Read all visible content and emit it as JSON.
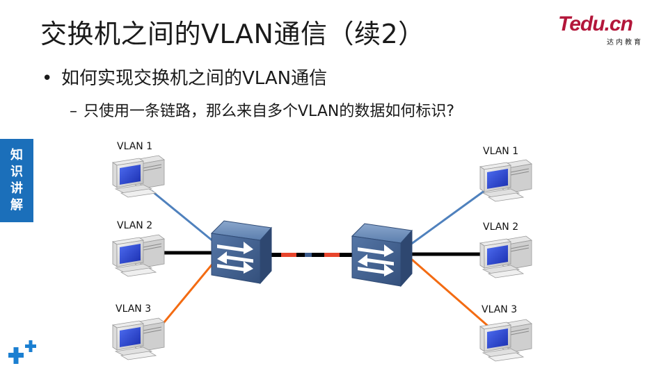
{
  "slide": {
    "title": "交换机之间的VLAN通信（续2）",
    "bullet_main": "如何实现交换机之间的VLAN通信",
    "bullet_main_marker": "•",
    "bullet_sub": "只使用一条链路，那么来自多个VLAN的数据如何标识?",
    "bullet_sub_marker": "–"
  },
  "logo": {
    "main": "Tedu.cn",
    "sub": "达内教育"
  },
  "side_tag": {
    "chars": [
      "知",
      "识",
      "讲",
      "解"
    ]
  },
  "icons": {
    "corner": "plus-cross-icon",
    "switch": "switch-icon",
    "pc": "computer-icon"
  },
  "diagram": {
    "left_hosts": [
      "VLAN 1",
      "VLAN 2",
      "VLAN 3"
    ],
    "right_hosts": [
      "VLAN 1",
      "VLAN 2",
      "VLAN 3"
    ],
    "link_colors": {
      "vlan1": "#4f81bd",
      "vlan2": "#000000",
      "vlan3": "#f36b12",
      "trunk_segment_a": "#000000",
      "trunk_segment_b": "#e8452c"
    }
  },
  "colors": {
    "logo": "#b3163a",
    "side_tag_bg": "#1b6fba",
    "switch_body": "#4a6a9a",
    "corner_plus": "#1b7fd1"
  }
}
